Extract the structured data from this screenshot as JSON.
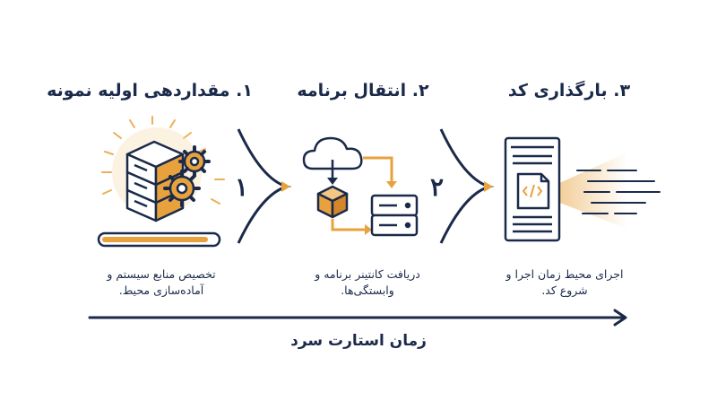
{
  "steps": [
    {
      "title": "۱. مقداردهی اولیه نمونه",
      "desc_line1": "تخصیص منابع سیستم و",
      "desc_line2": "آماده‌سازی محیط."
    },
    {
      "title": "۲. انتقال برنامه",
      "desc_line1": "دریافت کانتینر برنامه و",
      "desc_line2": "وابستگی‌ها."
    },
    {
      "title": "۳. بارگذاری کد",
      "desc_line1": "اجرای محیط زمان اجرا و",
      "desc_line2": "شروع کد."
    }
  ],
  "connectors": [
    {
      "number": "۱"
    },
    {
      "number": "۲"
    }
  ],
  "timeline": {
    "label": "زمان استارت سرد"
  },
  "icons": {
    "step1": [
      "server-stack-icon",
      "gear-icon",
      "progress-bar"
    ],
    "step2": [
      "cloud-icon",
      "box-icon",
      "server-icon"
    ],
    "step3": [
      "code-document-icon"
    ]
  },
  "colors": {
    "navy": "#1b2a4a",
    "orange": "#e8a23d"
  }
}
